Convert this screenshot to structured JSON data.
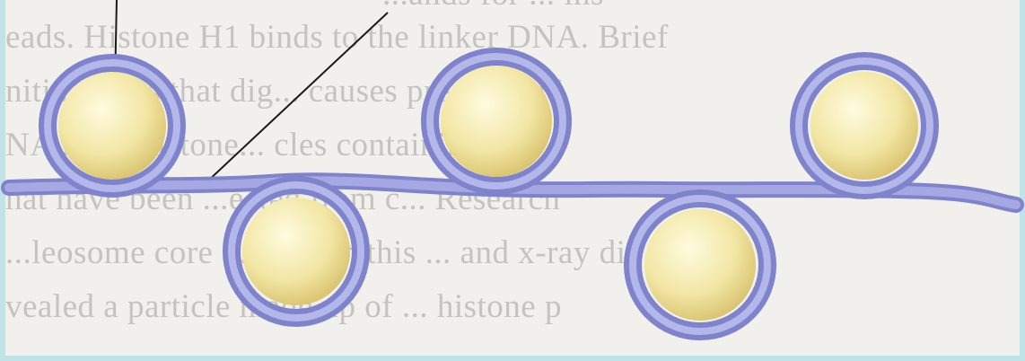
{
  "page": {
    "background_text_lines": [
      "...ands for ... ins",
      "eads. Histone H1 binds to the linker DNA. Brief",
      "nitin ...ases that dig... causes pre... ased i",
      "NA ...ing histone... cles containing b",
      "hat have been ...ected from c... Research",
      "...leosome core ...ained in this ... and x-ray di",
      "vealed a particle made up of ... histone p"
    ]
  },
  "diagram": {
    "colors": {
      "paper": "#f1f0ec",
      "frame": "#bfe3e6",
      "dna": "#8b8ed2",
      "histone": "#f2e6a3"
    },
    "nucleosome_count": 5
  }
}
